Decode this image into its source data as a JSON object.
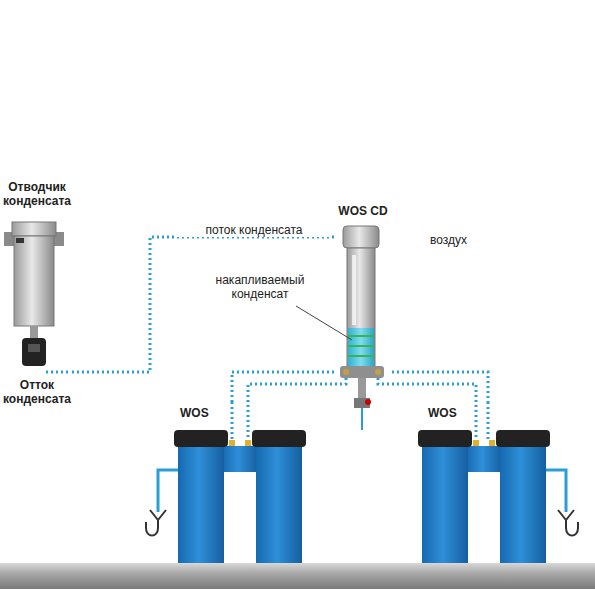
{
  "diagram": {
    "nodes": [
      {
        "text": [
          "Отводчик конденсата",
          "Отток конденсата"
        ]
      },
      {
        "text": [
          "WOS CD"
        ]
      },
      {
        "text": [
          "WOS"
        ]
      },
      {
        "text": [
          "WOS"
        ]
      }
    ],
    "edges": [
      {
        "from": 0,
        "to": 1,
        "arrow": "none",
        "label": "поток конденсата"
      },
      {
        "from": 1,
        "to": 2,
        "arrow": "none"
      },
      {
        "from": 1,
        "to": 3,
        "arrow": "none"
      }
    ],
    "labels": [
      "воздух",
      "накапливаемый конденсат"
    ]
  }
}
